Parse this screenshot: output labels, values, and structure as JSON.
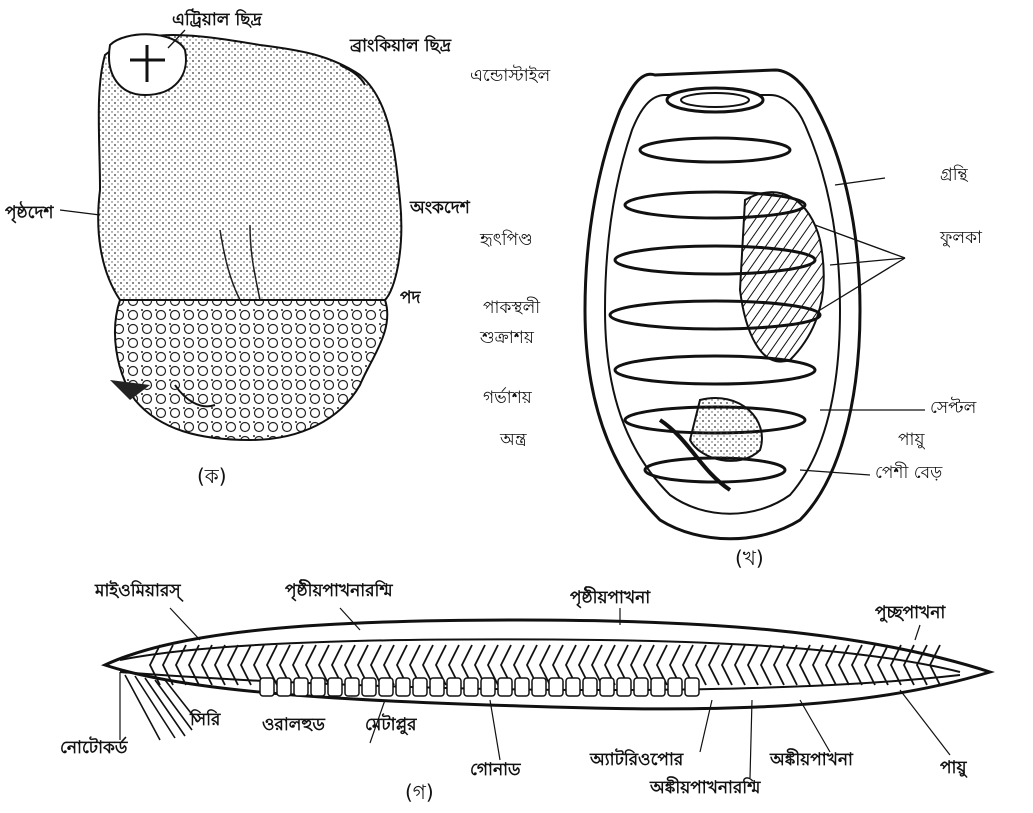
{
  "figure_a": {
    "caption": "(ক)",
    "labels": {
      "atrial_pore": "এট্রিয়াল ছিদ্র",
      "branchial_pore": "ব্রাংকিয়াল ছিদ্র",
      "dorsal_side": "পৃষ্ঠদেশ",
      "ventral_side": "অংকদেশ",
      "foot": "পদ"
    }
  },
  "figure_b": {
    "caption": "(খ)",
    "labels": {
      "endostyle": "এন্ডোস্টাইল",
      "heart": "হৃৎপিণ্ড",
      "stomach": "পাকস্থলী",
      "testis": "শুক্রাশয়",
      "ovary": "গর্ভাশয়",
      "intestine": "অন্ত্র",
      "gland": "গ্রন্থি",
      "gill": "ফুলকা",
      "septum": "সেপ্টল",
      "anus": "পায়ু",
      "muscle_band": "পেশী বেড়"
    }
  },
  "figure_c": {
    "caption": "(গ)",
    "labels": {
      "myotomes": "মাইওমিয়ারস্",
      "dorsal_fin_rays": "পৃষ্ঠীয়পাখনারশ্মি",
      "dorsal_fin": "পৃষ্ঠীয়পাখনা",
      "caudal_fin": "পুচ্ছপাখনা",
      "notochord": "নোটোকর্ড",
      "cirri": "সিরি",
      "oral_hood": "ওরালহুড",
      "metapleure": "মেটাপ্লুর",
      "gonad": "গোনাড",
      "atriopore": "অ্যাটরিওপোর",
      "ventral_fin": "অঙ্কীয়পাখনা",
      "ventral_fin_rays": "অঙ্কীয়পাখনারশ্মি",
      "anus": "পায়ু"
    }
  }
}
